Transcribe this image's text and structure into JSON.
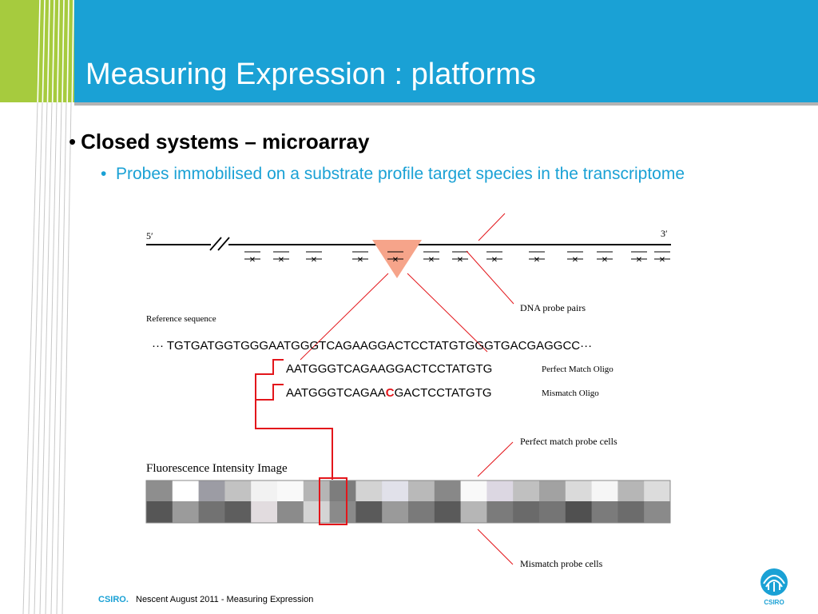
{
  "slide": {
    "title": "Measuring Expression : platforms",
    "bullet_1": "Closed systems – microarray",
    "bullet_1_marker": "•",
    "bullet_2": "Probes immobilised on a substrate profile target species in the transcriptome",
    "bullet_2_marker": "•"
  },
  "diagram": {
    "five_prime": "5′",
    "three_prime": "3′",
    "probe_pairs_label": "DNA probe pairs",
    "reference_label": "Reference sequence",
    "reference_sequence": "··· TGTGATGGTGGGAATGGGTCAGAAGGACTCCTATGTGGGTGACGAGGCC···",
    "perfect_match_seq": "AATGGGTCAGAAGGACTCCTATGTG",
    "perfect_match_label": "Perfect Match Oligo",
    "mismatch_prefix": "AATGGGTCAGAA",
    "mismatch_base": "C",
    "mismatch_suffix": "GACTCCTATGTG",
    "mismatch_label": "Mismatch Oligo",
    "perfect_cells_label": "Perfect match probe cells",
    "fluorescence_label": "Fluorescence Intensity Image",
    "mismatch_cells_label": "Mismatch probe cells",
    "probe_mark": "✕",
    "top_row_grays": [
      "#8e8e8e",
      "#ffffff",
      "#9c9ca4",
      "#c2c2c2",
      "#f2f2f2",
      "#f9f9f9",
      "#b5b5b5",
      "#7d7d7d",
      "#d3d3d3",
      "#e1e1ea",
      "#b9b9b9",
      "#888888",
      "#f9f9f9",
      "#dcd7e2",
      "#c0c0c0",
      "#a2a2a2",
      "#dadada",
      "#f6f6f6",
      "#b6b6b6",
      "#dcdcdc"
    ],
    "bottom_row_grays": [
      "#565656",
      "#9b9b9b",
      "#727272",
      "#5e5e5e",
      "#e2dcdf",
      "#8b8b8b",
      "#d4d4d4",
      "#8a8a8a",
      "#5a5a5a",
      "#9a9a9a",
      "#7a7a7a",
      "#5a5a5a",
      "#b6b6b6",
      "#7b7b7b",
      "#6a6a6a",
      "#757575",
      "#505050",
      "#7b7b7b",
      "#6c6c6c",
      "#8a8a8a"
    ],
    "highlight_color": "#e3161b",
    "triangle_color": "#f6a48a"
  },
  "footer": {
    "brand": "CSIRO.",
    "text": "Nescent August 2011 - Measuring Expression",
    "logo_text": "CSIRO"
  },
  "colors": {
    "header_blue": "#1aa1d5",
    "header_green": "#a6cb3e",
    "accent_red": "#e3161b"
  }
}
